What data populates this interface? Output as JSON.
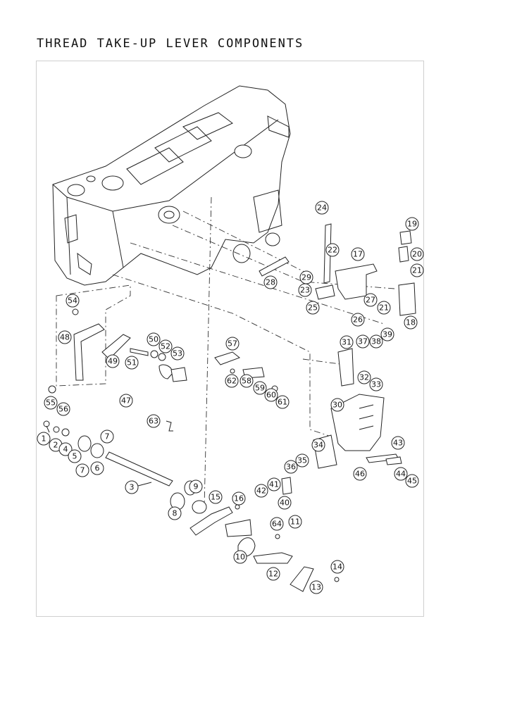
{
  "title": "THREAD TAKE-UP LEVER COMPONENTS",
  "callouts": [
    "1",
    "2",
    "3",
    "4",
    "5",
    "6",
    "7",
    "7",
    "8",
    "9",
    "10",
    "11",
    "12",
    "13",
    "14",
    "15",
    "16",
    "17",
    "18",
    "19",
    "20",
    "21",
    "21",
    "22",
    "23",
    "24",
    "25",
    "26",
    "27",
    "28",
    "29",
    "30",
    "31",
    "32",
    "33",
    "34",
    "35",
    "36",
    "37",
    "38",
    "39",
    "40",
    "41",
    "42",
    "43",
    "44",
    "45",
    "46",
    "47",
    "48",
    "49",
    "50",
    "51",
    "52",
    "53",
    "54",
    "55",
    "56",
    "57",
    "58",
    "59",
    "60",
    "61",
    "62",
    "63",
    "64"
  ]
}
